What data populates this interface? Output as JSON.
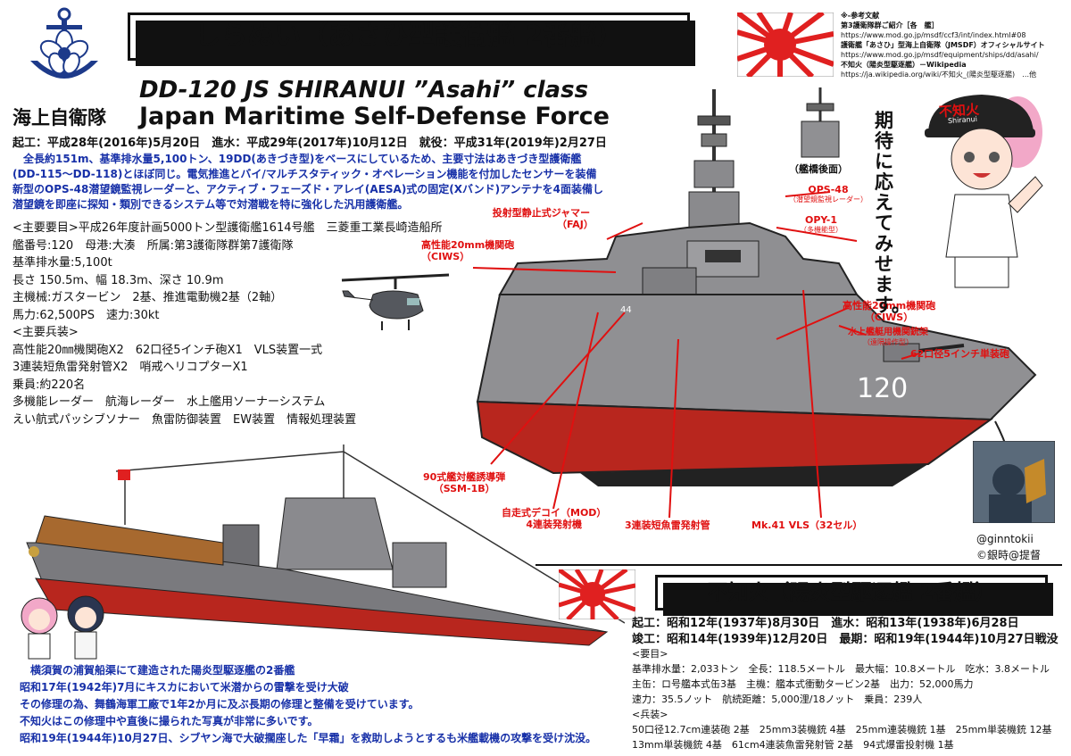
{
  "header": {
    "title": "しらぬい（あさひ型護衛艦 2番艦）",
    "subtitle_en": "DD-120 JS  SHIRANUI   ”Asahi” class",
    "force_jp": "海上自衛隊",
    "force_en": "Japan Maritime Self-Defense Force"
  },
  "references": {
    "heading": "※-参考文献",
    "lines": [
      "第3護衛隊群ご紹介［各　艦］",
      "https://www.mod.go.jp/msdf/ccf3/int/index.html#08",
      "護衛艦「あさひ」型海上自衛隊（JMSDF）オフィシャルサイト",
      "https://www.mod.go.jp/msdf/equipment/ships/dd/asahi/",
      "不知火（陽炎型駆逐艦）－Wikipedia",
      "https://ja.wikipedia.org/wiki/不知火_(陽炎型駆逐艦)　…他"
    ]
  },
  "shiranui_modern": {
    "dates": "起工：平成28年(2016年)5月20日　進水：平成29年(2017年)10月12日　就役：平成31年(2019年)2月27日",
    "description": [
      "　全長約151m、基準排水量5,100トン、19DD(あきづき型)をベースにしているため、主要寸法はあきづき型護衛艦",
      "(DD-115～DD-118)とほぼ同じ。電気推進とバイ/マルチスタティック・オペレーション機能を付加したセンサーを装備",
      "新型のOPS-48潜望鏡監視レーダーと、アクティブ・フェーズド・アレイ(AESA)式の固定(Xバンド)アンテナを4面装備し",
      "潜望鏡を即座に探知・類別できるシステム等で対潜戦を特に強化した汎用護衛艦。"
    ],
    "specs": [
      "<主要要目>平成26年度計画5000トン型護衛艦1614号艦　三菱重工業長崎造船所",
      "艦番号:120　母港:大湊　所属:第3護衛隊群第7護衛隊",
      "基準排水量:5,100t",
      "長さ 150.5m、幅 18.3m、深さ 10.9m",
      "主機械:ガスタービン　2基、推進電動機2基（2軸）",
      "馬力:62,500PS　速力:30kt",
      "<主要兵装>",
      "高性能20㎜機関砲X2　62口径5インチ砲X1　VLS装置一式",
      "3連装短魚雷発射管X2　哨戒ヘリコプターX1",
      "乗員:約220名",
      "多機能レーダー　航海レーダー　水上艦用ソーナーシステム",
      "えい航式パッシブソナー　魚雷防御装置　EW装置　情報処理装置"
    ]
  },
  "labels": {
    "mast_rear": "（艦橋後面）",
    "jammer": "投射型静止式ジャマー",
    "jammer_sub": "（FAJ）",
    "ops48": "OPS-48",
    "ops48_sub": "（潜望鏡監視レーダー）",
    "opy1": "OPY-1",
    "opy1_sub": "（多機能型）",
    "ciws_left": "高性能20mm機関砲",
    "ciws_left_sub": "（CIWS）",
    "ciws_right": "高性能20mm機関砲",
    "ciws_right_sub": "（CIWS）",
    "rws": "水上艦艇用機関銃架",
    "rws_sub": "（遠隔操作型）",
    "gun": "62口径5インチ単装砲",
    "ssm": "90式艦対艦誘導弾",
    "ssm_sub": "（SSM-1B）",
    "mod": "自走式デコイ（MOD）",
    "mod_sub": "4連装発射機",
    "torpedo": "3連装短魚雷発射管",
    "vls": "Mk.41 VLS（32セル）",
    "hull_number": "120",
    "fore_number": "44"
  },
  "character_speech": "期待に応えてみせます。",
  "cap_text": "不知火",
  "cap_sub": "Shiranui",
  "credits": {
    "handle": "@ginntokii",
    "copyright": "©銀時@提督"
  },
  "shiranui_ww2": {
    "title": "不知火（陽炎型駆逐艦 2番艦）",
    "dates": [
      "起工：昭和12年(1937年)8月30日　進水：昭和13年(1938年)6月28日",
      "竣工：昭和14年(1939年)12月20日　最期：昭和19年(1944年)10月27日戦没"
    ],
    "specs_heading": "<要目>",
    "specs": [
      "基準排水量：2,033トン　全長：118.5メートル　最大幅：10.8メートル　吃水：3.8メートル",
      "主缶：ロ号艦本式缶3基　主機：艦本式衝動タービン2基　出力：52,000馬力",
      "速力：35.5ノット　航続距離：5,000浬/18ノット　乗員：239人"
    ],
    "arms_heading": "<兵装>",
    "arms": [
      "50口径12.7cm連装砲 2基　25mm3装機銃 4基　25mm連装機銃 1基　25mm単装機銃 12基",
      "13mm単装機銃 4基　61cm4連装魚雷発射管 2基　94式爆雷投射機 1基"
    ],
    "history": [
      "　横須賀の浦賀船渠にて建造された陽炎型駆逐艦の2番艦",
      "昭和17年(1942年)7月にキスカにおいて米潜からの雷撃を受け大破",
      "その修理の為、舞鶴海軍工廠で1年2か月に及ぶ長期の修理と整備を受けています。",
      "不知火はこの修理中や直後に撮られた写真が非常に多いです。",
      "昭和19年(1944年)10月27日、シブヤン海で大破擱座した「早霜」を救助しようとするも米艦載機の攻撃を受け沈没。"
    ]
  },
  "colors": {
    "title_blue": "#1730a8",
    "label_red": "#e01010",
    "hull_grey": "#8d8d90",
    "hull_red": "#b8261e",
    "flag_red": "#e02020"
  }
}
